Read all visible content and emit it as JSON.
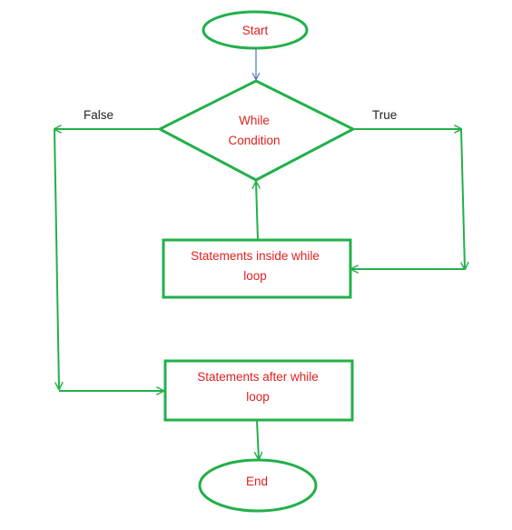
{
  "diagram": {
    "nodes": {
      "start": {
        "label": "Start",
        "shape": "ellipse"
      },
      "condition": {
        "line1": "While",
        "line2": "Condition",
        "shape": "diamond"
      },
      "loop_body": {
        "line1": "Statements inside while",
        "line2": "loop",
        "shape": "rectangle"
      },
      "after_loop": {
        "line1": "Statements after while",
        "line2": "loop",
        "shape": "rectangle"
      },
      "end": {
        "label": "End",
        "shape": "ellipse"
      }
    },
    "edges": {
      "true_label": "True",
      "false_label": "False"
    },
    "colors": {
      "shape_stroke": "#22b04a",
      "text": "#e02020",
      "branch_label": "#222222",
      "start_arrow": "#4f6fb8"
    }
  }
}
